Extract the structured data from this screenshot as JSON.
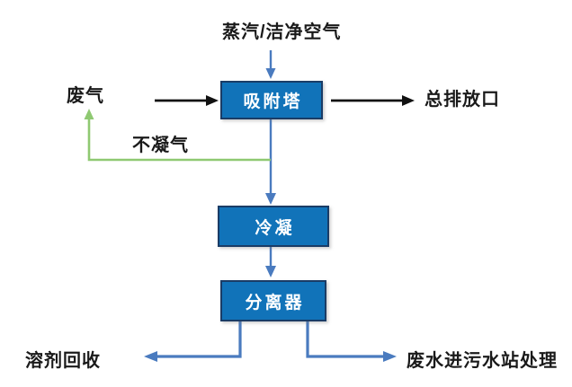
{
  "diagram": {
    "top_input_label": "蒸汽/洁净空气",
    "nodes": [
      {
        "id": "adsorption-tower",
        "label": "吸附塔"
      },
      {
        "id": "condenser",
        "label": "冷凝"
      },
      {
        "id": "separator",
        "label": "分离器"
      }
    ],
    "labels": {
      "waste_gas": "废气",
      "main_outlet": "总排放口",
      "noncondensable_gas": "不凝气",
      "solvent_recovery": "溶剂回收",
      "wastewater_treatment": "废水进污水站处理"
    },
    "arrows": [
      {
        "name": "steam-inlet-arrow",
        "from": "steam/clean-air label",
        "to": "adsorption-tower",
        "color_key": "blue_arrow"
      },
      {
        "name": "waste-gas-inlet-arrow",
        "from": "waste-gas label",
        "to": "adsorption-tower",
        "color_key": "black_arrow"
      },
      {
        "name": "outlet-arrow",
        "from": "adsorption-tower",
        "to": "main-outlet label",
        "color_key": "black_arrow"
      },
      {
        "name": "adsorption-to-condenser-arrow",
        "from": "adsorption-tower",
        "to": "condenser",
        "color_key": "blue_arrow"
      },
      {
        "name": "noncondensable-recycle-arrow",
        "from": "adsorption-condenser line",
        "to": "waste-gas label",
        "color_key": "green_arrow"
      },
      {
        "name": "condenser-to-separator-arrow",
        "from": "condenser",
        "to": "separator",
        "color_key": "blue_arrow"
      },
      {
        "name": "separator-to-solvent-arrow",
        "from": "separator",
        "to": "solvent-recovery label",
        "color_key": "blue_arrow"
      },
      {
        "name": "separator-to-wastewater-arrow",
        "from": "separator",
        "to": "wastewater label",
        "color_key": "blue_arrow"
      }
    ],
    "colors": {
      "background": "#ffffff",
      "box_fill": "#1173B9",
      "box_border": "#1A3C66",
      "box_text": "#ffffff",
      "blue_arrow": "#4A7BBF",
      "green_arrow": "#8FC972",
      "black_arrow": "#111111"
    }
  }
}
